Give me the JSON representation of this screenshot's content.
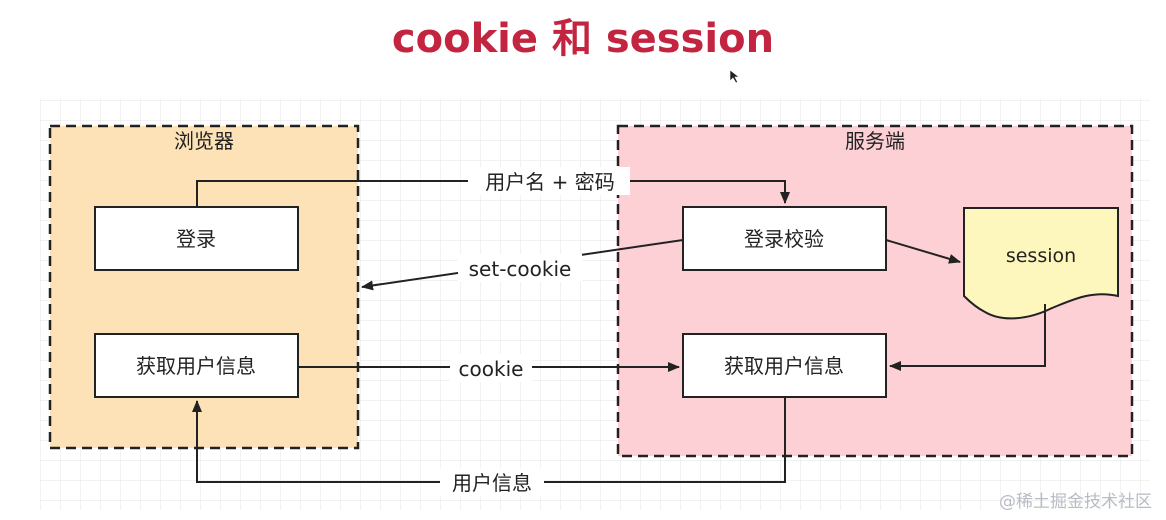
{
  "title": "cookie 和 session",
  "colors": {
    "title": "#c32541",
    "browser_fill": "#fde2b8",
    "server_fill": "#fdd0d6",
    "session_fill": "#fdf6bd",
    "line": "#222222",
    "grid": "#e6e6e6"
  },
  "browser": {
    "label": "浏览器",
    "login": "登录",
    "get_info": "获取用户信息"
  },
  "server": {
    "label": "服务端",
    "login_check": "登录校验",
    "get_info": "获取用户信息",
    "session": "session"
  },
  "edges": {
    "credentials": "用户名 + 密码",
    "set_cookie": "set-cookie",
    "cookie": "cookie",
    "user_info": "用户信息"
  },
  "watermark": "@稀土掘金技术社区"
}
